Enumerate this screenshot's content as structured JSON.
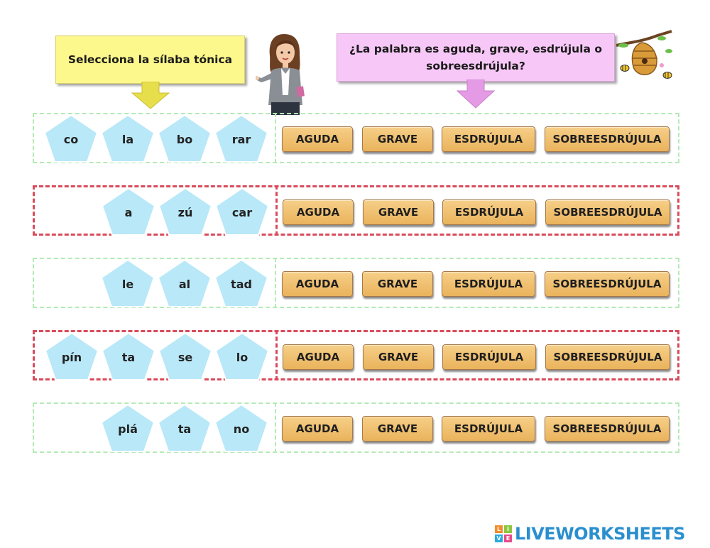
{
  "instructions": {
    "left": "Selecciona la sílaba tónica",
    "right": "¿La palabra es aguda, grave, esdrújula o sobreesdrújula?"
  },
  "options": [
    "AGUDA",
    "GRAVE",
    "ESDRÚJULA",
    "SOBREESDRÚJULA"
  ],
  "rows": [
    {
      "syllables": [
        "co",
        "la",
        "bo",
        "rar"
      ],
      "border": "green"
    },
    {
      "syllables": [
        "a",
        "zú",
        "car"
      ],
      "border": "red"
    },
    {
      "syllables": [
        "le",
        "al",
        "tad"
      ],
      "border": "green"
    },
    {
      "syllables": [
        "pín",
        "ta",
        "se",
        "lo"
      ],
      "border": "red"
    },
    {
      "syllables": [
        "plá",
        "ta",
        "no"
      ],
      "border": "green"
    }
  ],
  "footer": {
    "logo_text": "LIVEWORKSHEETS"
  },
  "colors": {
    "left_callout": "#fdf88c",
    "right_callout": "#f7c8f7",
    "pentagon": "#b9e8f8",
    "option_button": "#eab35c",
    "border_green": "#b4eab4",
    "border_red": "#d94a5a"
  }
}
